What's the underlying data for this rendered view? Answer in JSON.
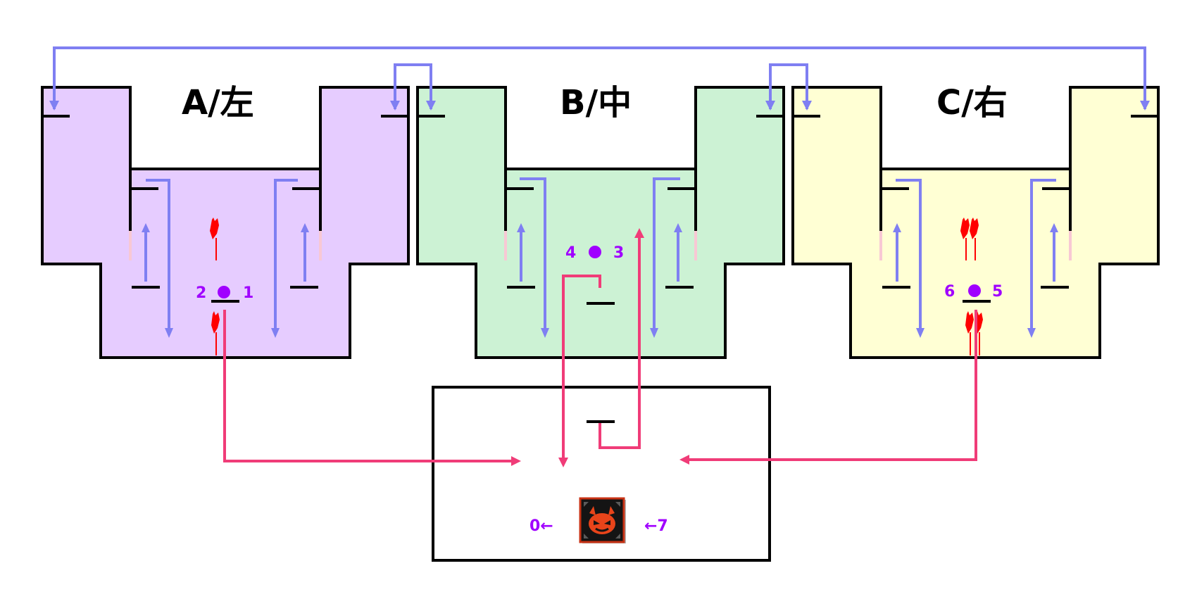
{
  "zones": [
    {
      "key": "a",
      "title": "A/左",
      "fill": "#e6ccff"
    },
    {
      "key": "b",
      "title": "B/中",
      "fill": "#ccf2d4"
    },
    {
      "key": "c",
      "title": "C/右",
      "fill": "#ffffd4"
    }
  ],
  "spot_labels": {
    "a_right": "1",
    "a_left": "2",
    "b_right": "3",
    "b_left": "4",
    "c_right": "5",
    "c_left": "6",
    "center_left": "0←",
    "center_right": "←7"
  },
  "colors": {
    "outline": "#000000",
    "blue_route": "#7f7ff2",
    "pink_route": "#f03c78",
    "spot_dot": "#a000ff",
    "label_purple": "#a000ff",
    "marker_red": "#ff0000",
    "gap_pink": "#f8c8d4",
    "boss_icon_bg": "#141414",
    "boss_icon_border": "#c83214",
    "boss_icon_face": "#e8441a"
  },
  "icons": {
    "boss": "demon-face-icon",
    "marker": "flame-marker-icon",
    "spot": "purple-dot-icon"
  }
}
